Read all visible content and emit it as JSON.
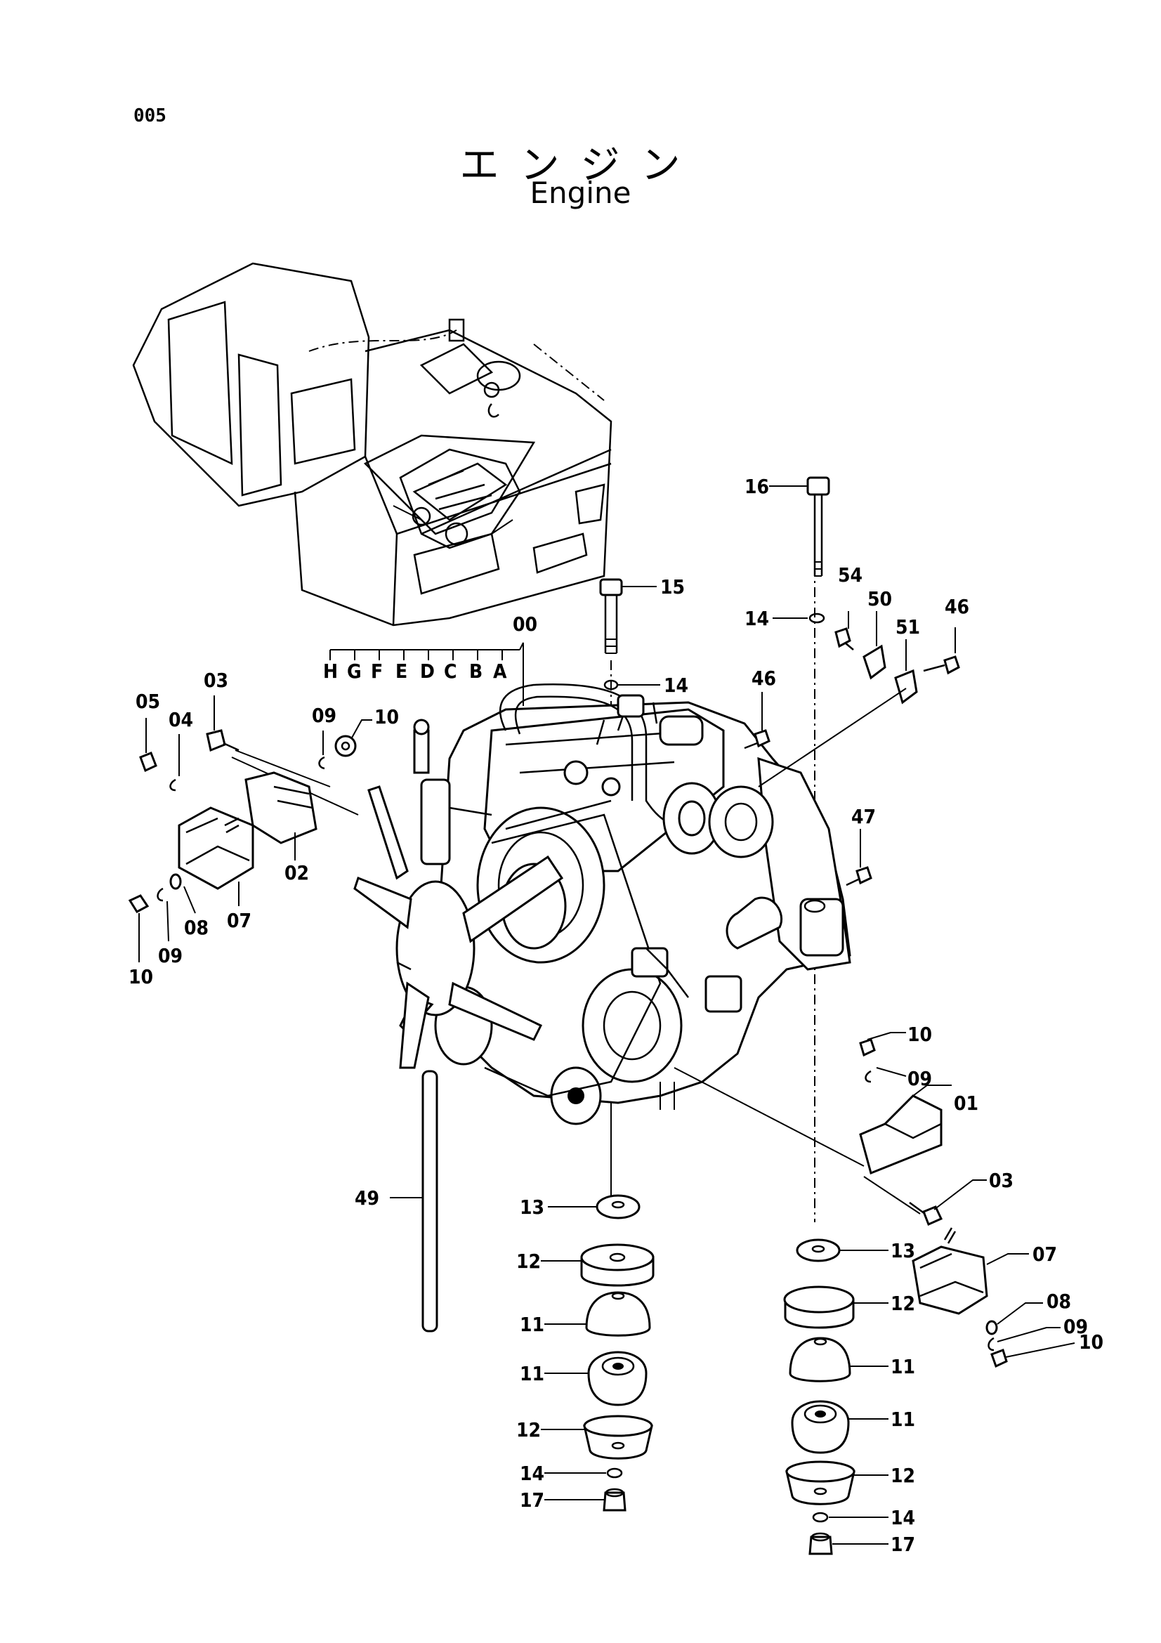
{
  "page_number": "005",
  "title_jp": "エンジン",
  "title_en": "Engine",
  "variant_codes": [
    "H",
    "G",
    "F",
    "E",
    "D",
    "C",
    "B",
    "A"
  ],
  "callouts": {
    "c00": "00",
    "c01": "01",
    "c02": "02",
    "c03a": "03",
    "c03b": "03",
    "c04": "04",
    "c05": "05",
    "c07a": "07",
    "c07b": "07",
    "c08a": "08",
    "c08b": "08",
    "c09a": "09",
    "c09b": "09",
    "c09c": "09",
    "c09d": "09",
    "c10a": "10",
    "c10b": "10",
    "c10c": "10",
    "c10d": "10",
    "c11a": "11",
    "c11b": "11",
    "c11c": "11",
    "c11d": "11",
    "c12a": "12",
    "c12b": "12",
    "c12c": "12",
    "c12d": "12",
    "c13a": "13",
    "c13b": "13",
    "c14a": "14",
    "c14b": "14",
    "c14c": "14",
    "c14d": "14",
    "c15": "15",
    "c16": "16",
    "c17a": "17",
    "c17b": "17",
    "c46a": "46",
    "c46b": "46",
    "c47": "47",
    "c49": "49",
    "c50": "50",
    "c51": "51",
    "c54": "54"
  }
}
